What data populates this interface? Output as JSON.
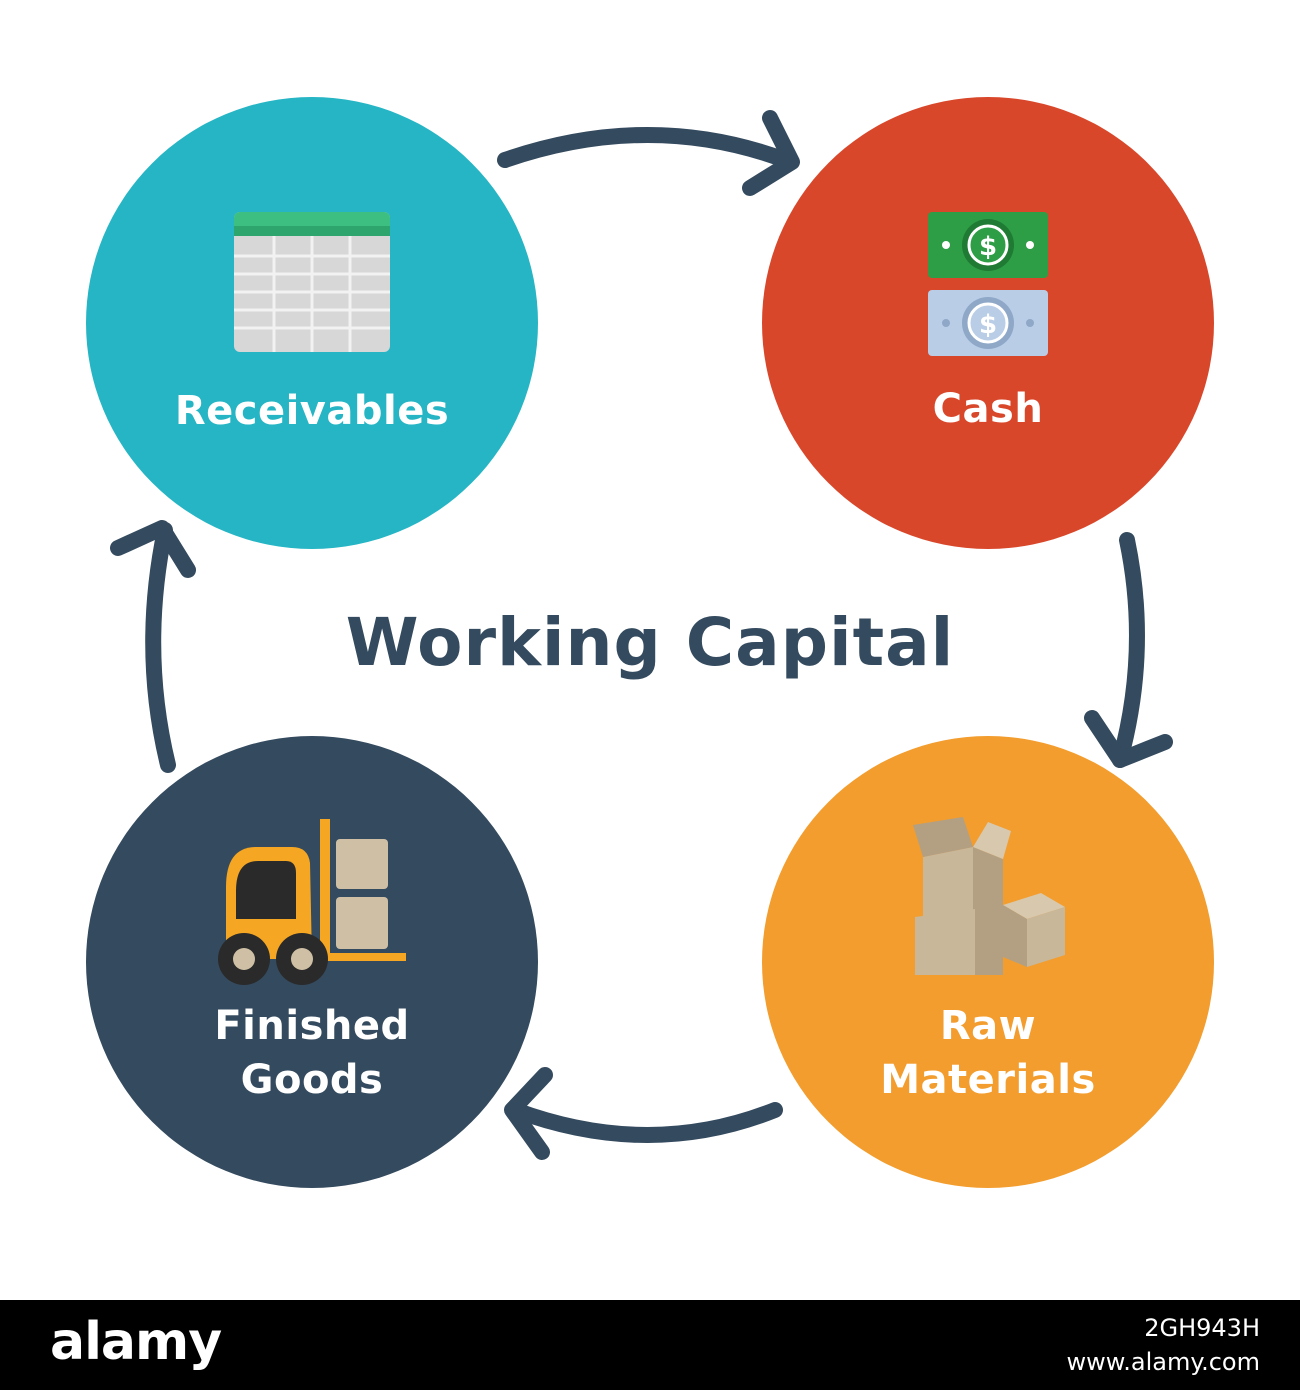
{
  "title": "Working Capital",
  "colors": {
    "receivables": "#25b5c4",
    "cash": "#d9472b",
    "raw_materials": "#f29d2e",
    "finished_goods": "#344a5e",
    "arrow": "#344a5e",
    "title": "#344a5e"
  },
  "nodes": {
    "receivables": {
      "label": "Receivables",
      "icon": "spreadsheet-icon"
    },
    "cash": {
      "label": "Cash",
      "icon": "money-bills-icon"
    },
    "raw_materials": {
      "label_line1": "Raw",
      "label_line2": "Materials",
      "icon": "boxes-icon"
    },
    "finished_goods": {
      "label_line1": "Finished",
      "label_line2": "Goods",
      "icon": "forklift-icon"
    }
  },
  "footer": {
    "logo": "alamy",
    "image_id": "2GH943H",
    "url": "www.alamy.com"
  }
}
